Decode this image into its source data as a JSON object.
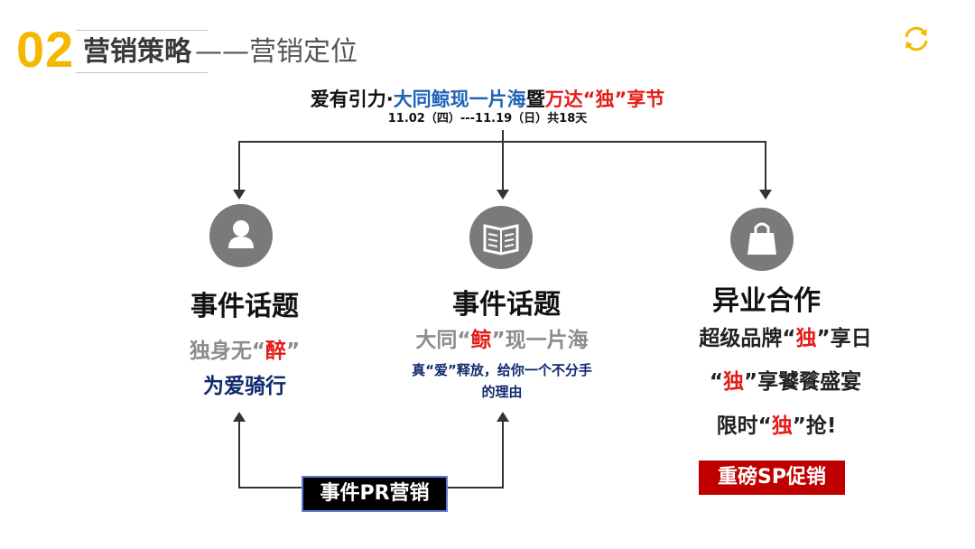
{
  "header": {
    "number": "02",
    "title": "营销策略",
    "subtitle": "——营销定位"
  },
  "event": {
    "title_parts": [
      {
        "text": "爱有引力·",
        "color": "#111111"
      },
      {
        "text": "大同鲸现一片海",
        "color": "#1f63b5"
      },
      {
        "text": "暨",
        "color": "#111111"
      },
      {
        "text": "万达“独”享节",
        "color": "#e41b17"
      }
    ],
    "dates": "11.02（四）---11.19（日）共18天"
  },
  "columns": [
    {
      "icon": "person-icon",
      "heading": "事件话题",
      "line1_pre": "独身无“",
      "line1_hl": "醉",
      "line1_post": "”",
      "line2": "为爱骑行"
    },
    {
      "icon": "book-icon",
      "heading": "事件话题",
      "line1_pre": "大同“",
      "line1_hl": "鲸",
      "line1_post": "”现一片海",
      "line2": "真“爱”释放，给你一个不分手",
      "line3": "的理由"
    },
    {
      "icon": "shopping-bag-icon",
      "heading": "异业合作",
      "line1_pre": "超级品牌“",
      "line1_hl": "独",
      "line1_post": "”享日",
      "line2_pre": "“",
      "line2_hl": "独",
      "line2_post": "”享饕餮盛宴",
      "line3_pre": "限时“",
      "line3_hl": "独",
      "line3_post": "”抢!"
    }
  ],
  "boxes": {
    "pr": "事件PR营销",
    "sp": "重磅SP促销"
  },
  "colors": {
    "accent": "#f5b800",
    "blue": "#1f63b5",
    "red": "#e41b17",
    "navy": "#102a6e",
    "icon_gray": "#7a7a7a"
  }
}
